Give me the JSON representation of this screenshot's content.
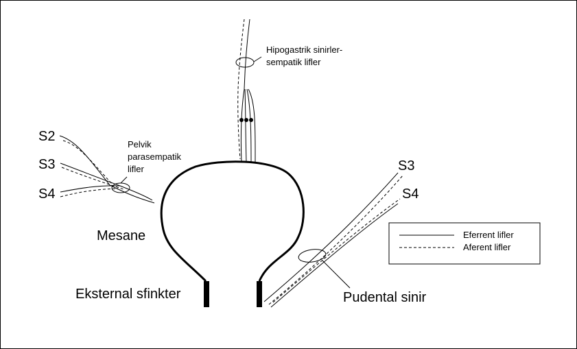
{
  "labels": {
    "s2_left": "S2",
    "s3_left": "S3",
    "s4_left": "S4",
    "pelvic_1": "Pelvik",
    "pelvic_2": "parasempatik",
    "pelvic_3": "lifler",
    "hypogastric_1": "Hipogastrik sinirler-",
    "hypogastric_2": "sempatik lifler",
    "bladder": "Mesane",
    "sphincter": "Eksternal sfinkter",
    "s3_right": "S3",
    "s4_right": "S4",
    "pudendal": "Pudental sinir"
  },
  "legend": {
    "efferent": "Eferrent lifler",
    "afferent": "Aferent lifler"
  }
}
